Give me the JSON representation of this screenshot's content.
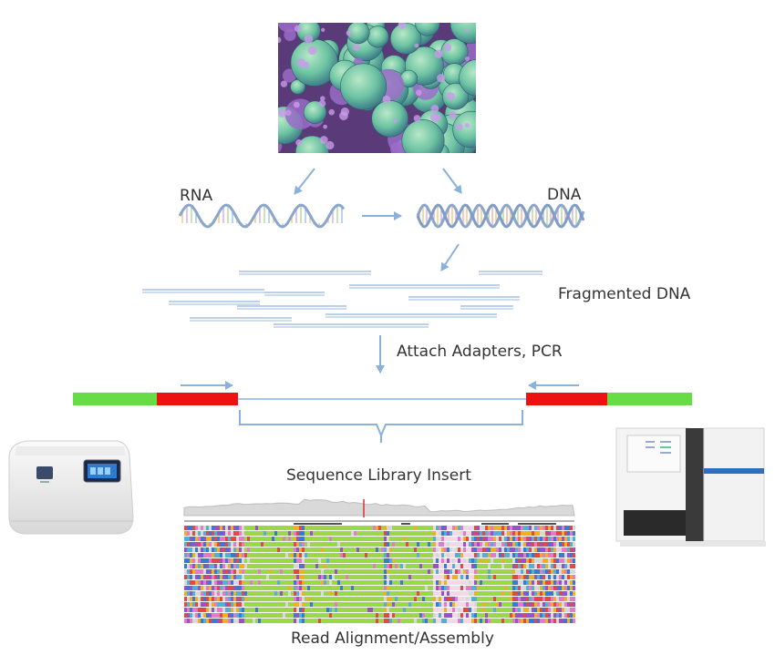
{
  "labels": {
    "rna": "RNA",
    "dna": "DNA",
    "fragmented": "Fragmented DNA",
    "adapters": "Attach Adapters, PCR",
    "insert": "Sequence Library Insert",
    "alignment": "Read Alignment/Assembly"
  },
  "colors": {
    "arrow": "#8ab0dc",
    "adapter_green": "#66dd44",
    "adapter_red": "#ee1111",
    "fragment": "#7aa0d4"
  },
  "images": {
    "cells": "cancer-cells-micrograph",
    "benchtop_sequencer": "benchtop-sequencer-instrument",
    "hiseq_sequencer": "high-throughput-sequencer-instrument",
    "alignment_view": "read-alignment-viewer"
  }
}
